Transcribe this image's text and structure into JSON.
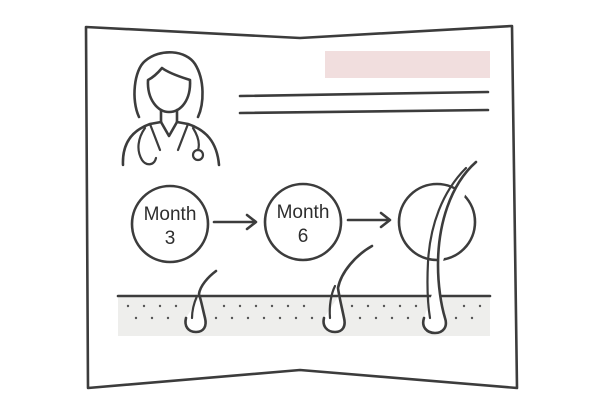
{
  "timeline": {
    "stage1": {
      "label": "Month",
      "number": "3"
    },
    "stage2": {
      "label": "Month",
      "number": "6"
    }
  },
  "colors": {
    "ink": "#3c3c3c",
    "highlight_bar": "#f1dede",
    "skin_band": "#eeeeec",
    "background": "#ffffff"
  },
  "icons": {
    "doctor": "doctor-icon",
    "stethoscope": "stethoscope-icon",
    "arrow": "arrow-right-icon",
    "hair_follicle": "hair-follicle-icon"
  }
}
